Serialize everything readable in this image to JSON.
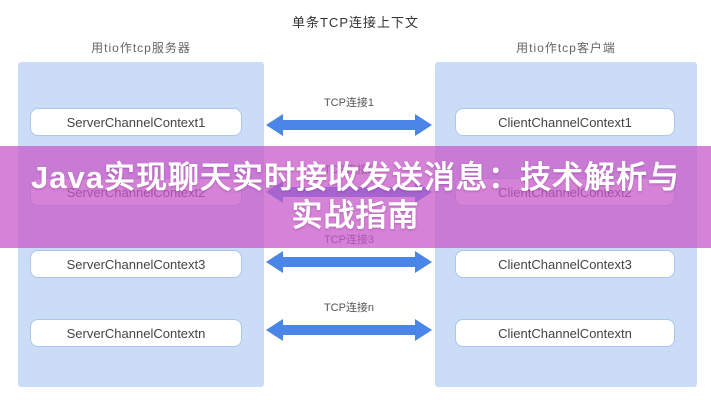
{
  "title": "单条TCP连接上下文",
  "server": {
    "header": "用tio作tcp服务器",
    "boxes": [
      "ServerChannelContext1",
      "ServerChannelContext2",
      "ServerChannelContext3",
      "ServerChannelContextn"
    ]
  },
  "client": {
    "header": "用tio作tcp客户端",
    "boxes": [
      "ClientChannelContext1",
      "ClientChannelContext2",
      "ClientChannelContext3",
      "ClientChannelContextn"
    ]
  },
  "connections": {
    "labels": [
      "TCP连接1",
      "TCP连接2",
      "TCP连接3",
      "TCP连接n"
    ]
  },
  "banner": {
    "line1": "Java实现聊天实时接收发送消息：技术解析与",
    "line2": "实战指南"
  },
  "colors": {
    "panel_background": "#cbddf6",
    "box_border": "#a9c7ea",
    "arrow_blue": "#4a86e8",
    "banner_overlay": "rgba(198,88,200,0.74)",
    "banner_text": "#ffffff"
  }
}
